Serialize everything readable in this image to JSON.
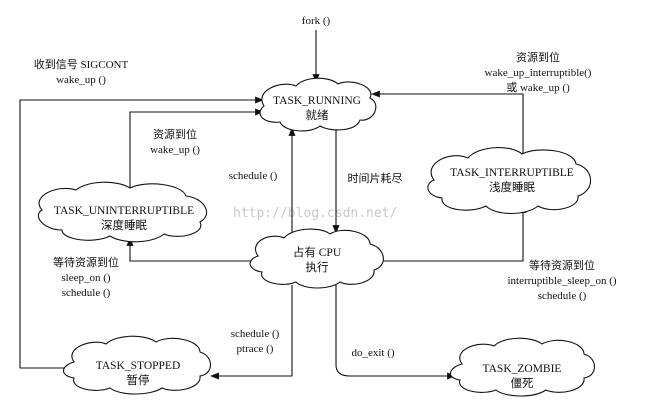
{
  "diagram": {
    "states": {
      "running": {
        "name": "TASK_RUNNING",
        "desc": "就绪"
      },
      "interruptible": {
        "name": "TASK_INTERRUPTIBLE",
        "desc": "浅度睡眠"
      },
      "uninterruptible": {
        "name": "TASK_UNINTERRUPTIBLE",
        "desc": "深度睡眠"
      },
      "cpu": {
        "name": "占有 CPU",
        "desc": "执行"
      },
      "stopped": {
        "name": "TASK_STOPPED",
        "desc": "暂停"
      },
      "zombie": {
        "name": "TASK_ZOMBIE",
        "desc": "僵死"
      }
    },
    "labels": {
      "fork": "fork ()",
      "sigcont": [
        "收到信号 SIGCONT",
        "wake_up ()"
      ],
      "wake_interruptible": [
        "资源到位",
        "wake_up_interruptible()",
        "或 wake_up ()"
      ],
      "wake_up": [
        "资源到位",
        "wake_up ()"
      ],
      "schedule_up": "schedule ()",
      "timeslice": "时间片耗尽",
      "sleep_on": [
        "等待资源到位",
        "sleep_on ()",
        "schedule ()"
      ],
      "interruptible_sleep_on": [
        "等待资源到位",
        "interruptible_sleep_on ()",
        "schedule ()"
      ],
      "schedule_ptrace": [
        "schedule ()",
        "ptrace ()"
      ],
      "do_exit": "do_exit ()"
    },
    "watermark": "http://blog.csdn.net/"
  }
}
